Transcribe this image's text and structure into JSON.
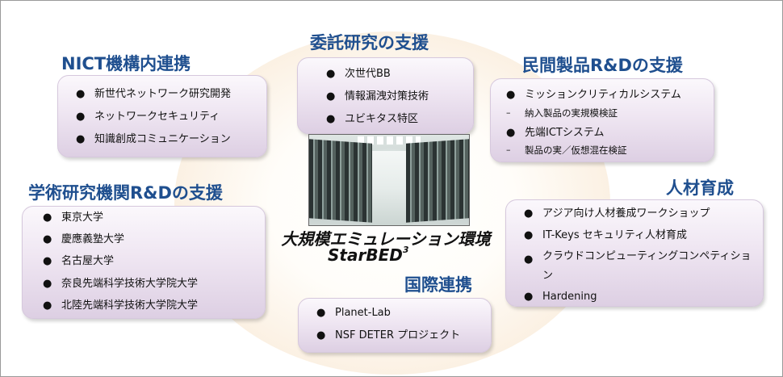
{
  "center": {
    "title": "大規模エミュレーション環境",
    "name": "StarBED",
    "sup": "3"
  },
  "groups": {
    "nict": {
      "title": "NICT機構内連携",
      "items": [
        "新世代ネットワーク研究開発",
        "ネットワークセキュリティ",
        "知識創成コミュニケーション"
      ]
    },
    "contract": {
      "title": "委託研究の支援",
      "items": [
        "次世代BB",
        "情報漏洩対策技術",
        "ユビキタス特区"
      ]
    },
    "private": {
      "title": "民間製品R&Dの支援",
      "items": [
        "ミッションクリティカルシステム",
        "納入製品の実規模検証",
        "先端ICTシステム",
        "製品の実／仮想混在検証"
      ]
    },
    "academic": {
      "title": "学術研究機関R&Dの支援",
      "items": [
        "東京大学",
        "慶應義塾大学",
        "名古屋大学",
        "奈良先端科学技術大学院大学",
        "北陸先端科学技術大学院大学"
      ]
    },
    "hr": {
      "title": "人材育成",
      "items": [
        "アジア向け人材養成ワークショップ",
        "IT-Keys セキュリティ人材育成",
        "クラウドコンピューティングコンペティション",
        "Hardening"
      ]
    },
    "intl": {
      "title": "国際連携",
      "items": [
        "Planet-Lab",
        "NSF DETER プロジェクト"
      ]
    }
  },
  "colors": {
    "title": "#1f4f8f",
    "box_top": "#fbf8fc",
    "box_bottom": "#ddcfe3"
  }
}
